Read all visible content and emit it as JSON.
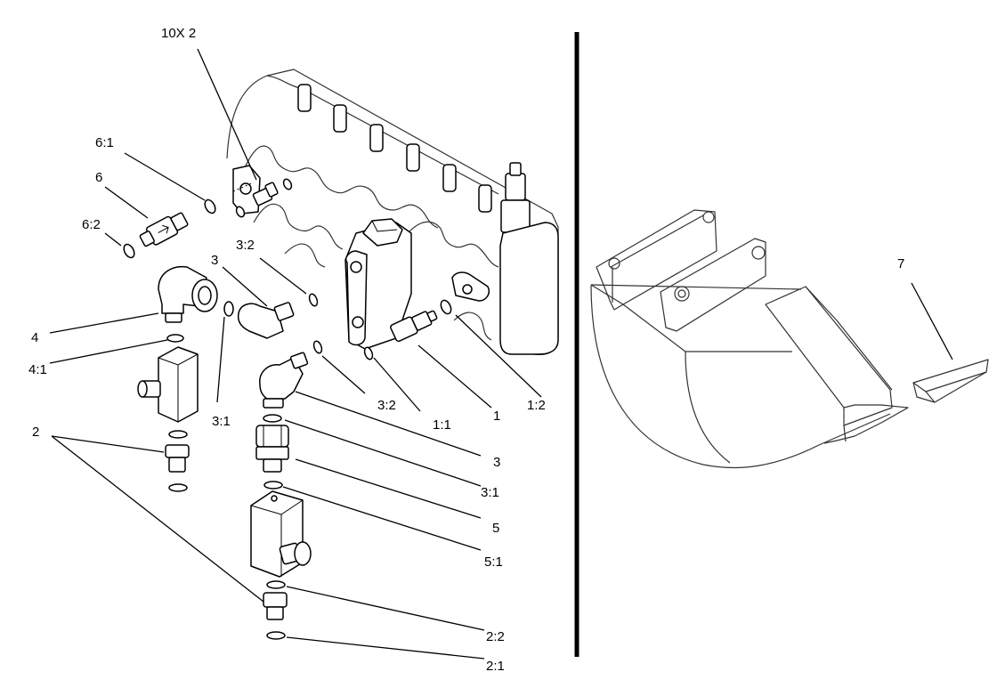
{
  "labels": {
    "l10x2": "10X 2",
    "l6_1": "6:1",
    "l6": "6",
    "l6_2": "6:2",
    "l3_top": "3",
    "l3_2_top": "3:2",
    "l4": "4",
    "l4_1": "4:1",
    "l3_1_left": "3:1",
    "l3_2_mid": "3:2",
    "l1_1": "1:1",
    "l1": "1",
    "l1_2": "1:2",
    "l2": "2",
    "l3_bottom": "3",
    "l3_1_bottom": "3:1",
    "l5": "5",
    "l5_1": "5:1",
    "l2_2": "2:2",
    "l2_1": "2:1",
    "l7": "7"
  }
}
